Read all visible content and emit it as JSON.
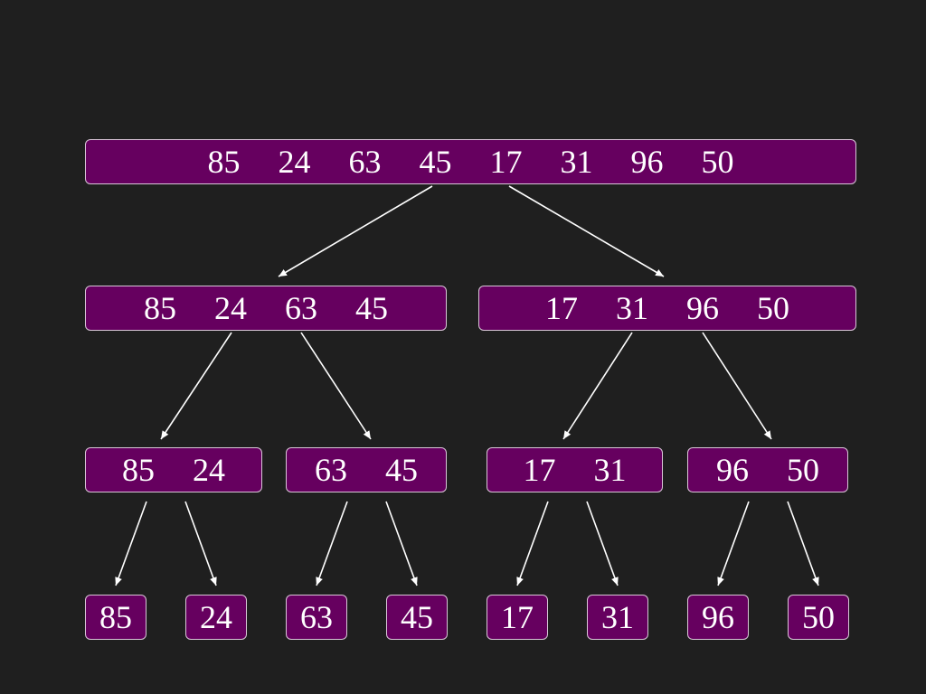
{
  "colors": {
    "background": "#1f1f1f",
    "node_fill": "#66005f",
    "node_border": "#d9c6d8",
    "text": "#ffffff",
    "arrow": "#ffffff"
  },
  "levels": [
    {
      "nodes": [
        {
          "values": [
            "85",
            "24",
            "63",
            "45",
            "17",
            "31",
            "96",
            "50"
          ]
        }
      ]
    },
    {
      "nodes": [
        {
          "values": [
            "85",
            "24",
            "63",
            "45"
          ]
        },
        {
          "values": [
            "17",
            "31",
            "96",
            "50"
          ]
        }
      ]
    },
    {
      "nodes": [
        {
          "values": [
            "85",
            "24"
          ]
        },
        {
          "values": [
            "63",
            "45"
          ]
        },
        {
          "values": [
            "17",
            "31"
          ]
        },
        {
          "values": [
            "96",
            "50"
          ]
        }
      ]
    },
    {
      "nodes": [
        {
          "values": [
            "85"
          ]
        },
        {
          "values": [
            "24"
          ]
        },
        {
          "values": [
            "63"
          ]
        },
        {
          "values": [
            "45"
          ]
        },
        {
          "values": [
            "17"
          ]
        },
        {
          "values": [
            "31"
          ]
        },
        {
          "values": [
            "96"
          ]
        },
        {
          "values": [
            "50"
          ]
        }
      ]
    }
  ]
}
